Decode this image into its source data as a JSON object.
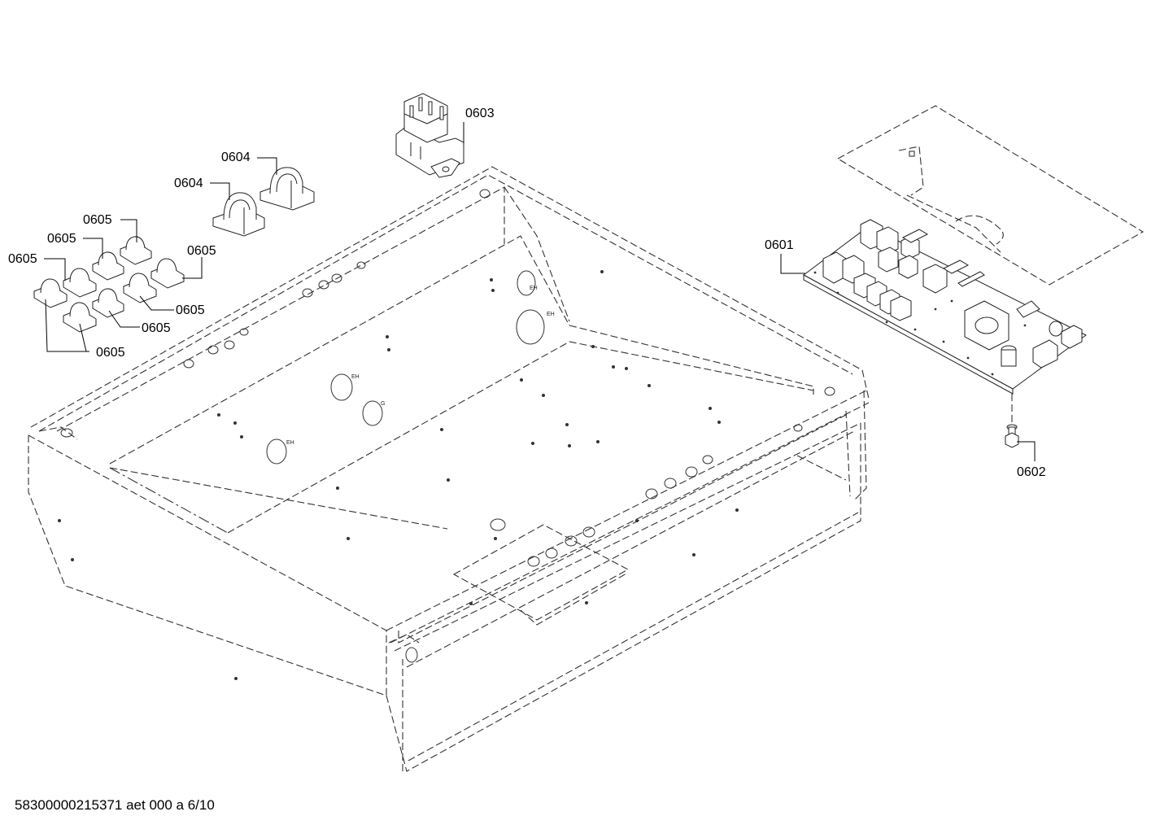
{
  "labels": {
    "p0601": "0601",
    "p0602": "0602",
    "p0603": "0603",
    "p0604_a": "0604",
    "p0604_b": "0604",
    "p0605_a": "0605",
    "p0605_b": "0605",
    "p0605_c": "0605",
    "p0605_d": "0605",
    "p0605_e": "0605",
    "p0605_f": "0605",
    "p0605_g": "0605"
  },
  "component_markings": {
    "eh1": "EH",
    "eh2": "EH",
    "eh3": "EH",
    "eh4": "EH",
    "g1": "G"
  },
  "footer": {
    "document_id": "58300000215371 aet 000 a 6/10"
  }
}
